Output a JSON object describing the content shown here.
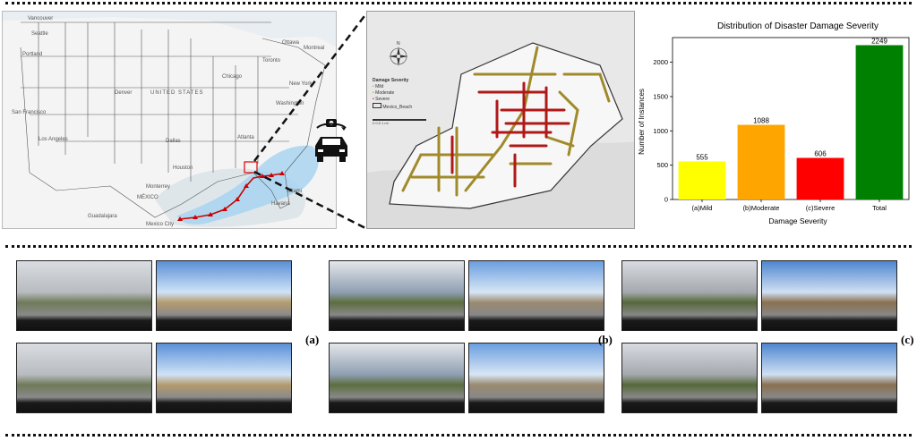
{
  "map": {
    "labels": [
      "Vancouver",
      "Seattle",
      "Portland",
      "San Francisco",
      "Los Angeles",
      "Denver",
      "UNITED STATES",
      "Dallas",
      "Houston",
      "Chicago",
      "Toronto",
      "Ottawa",
      "Montreal",
      "New York",
      "Washington",
      "Atlanta",
      "Miami",
      "Havana",
      "MÉXICO",
      "Monterrey",
      "Guadalajara",
      "Mexico City"
    ]
  },
  "zoom_map": {
    "legend_title": "Damage Severity",
    "legend_items": [
      "Mild",
      "Moderate",
      "Severe",
      "Mexico_Beach"
    ],
    "scale_text": "0  0.5  1 mi"
  },
  "chart_data": {
    "type": "bar",
    "title": "Distribution of Disaster Damage Severity",
    "categories": [
      "(a)Mild",
      "(b)Moderate",
      "(c)Severe",
      "Total"
    ],
    "values": [
      555,
      1088,
      606,
      2249
    ],
    "value_labels": [
      "555",
      "1088",
      "606",
      "2249"
    ],
    "colors": [
      "#ffff00",
      "#ffa500",
      "#ff0000",
      "#008000"
    ],
    "xlabel": "Damage Severity",
    "ylabel": "Number of Instances",
    "ylim": [
      0,
      2360
    ],
    "yticks": [
      0,
      500,
      1000,
      1500,
      2000
    ],
    "ytick_labels": [
      "0",
      "500",
      "1000",
      "1500",
      "2000"
    ]
  },
  "groups": [
    {
      "label": "(a)"
    },
    {
      "label": "(b)"
    },
    {
      "label": "(c)"
    }
  ]
}
